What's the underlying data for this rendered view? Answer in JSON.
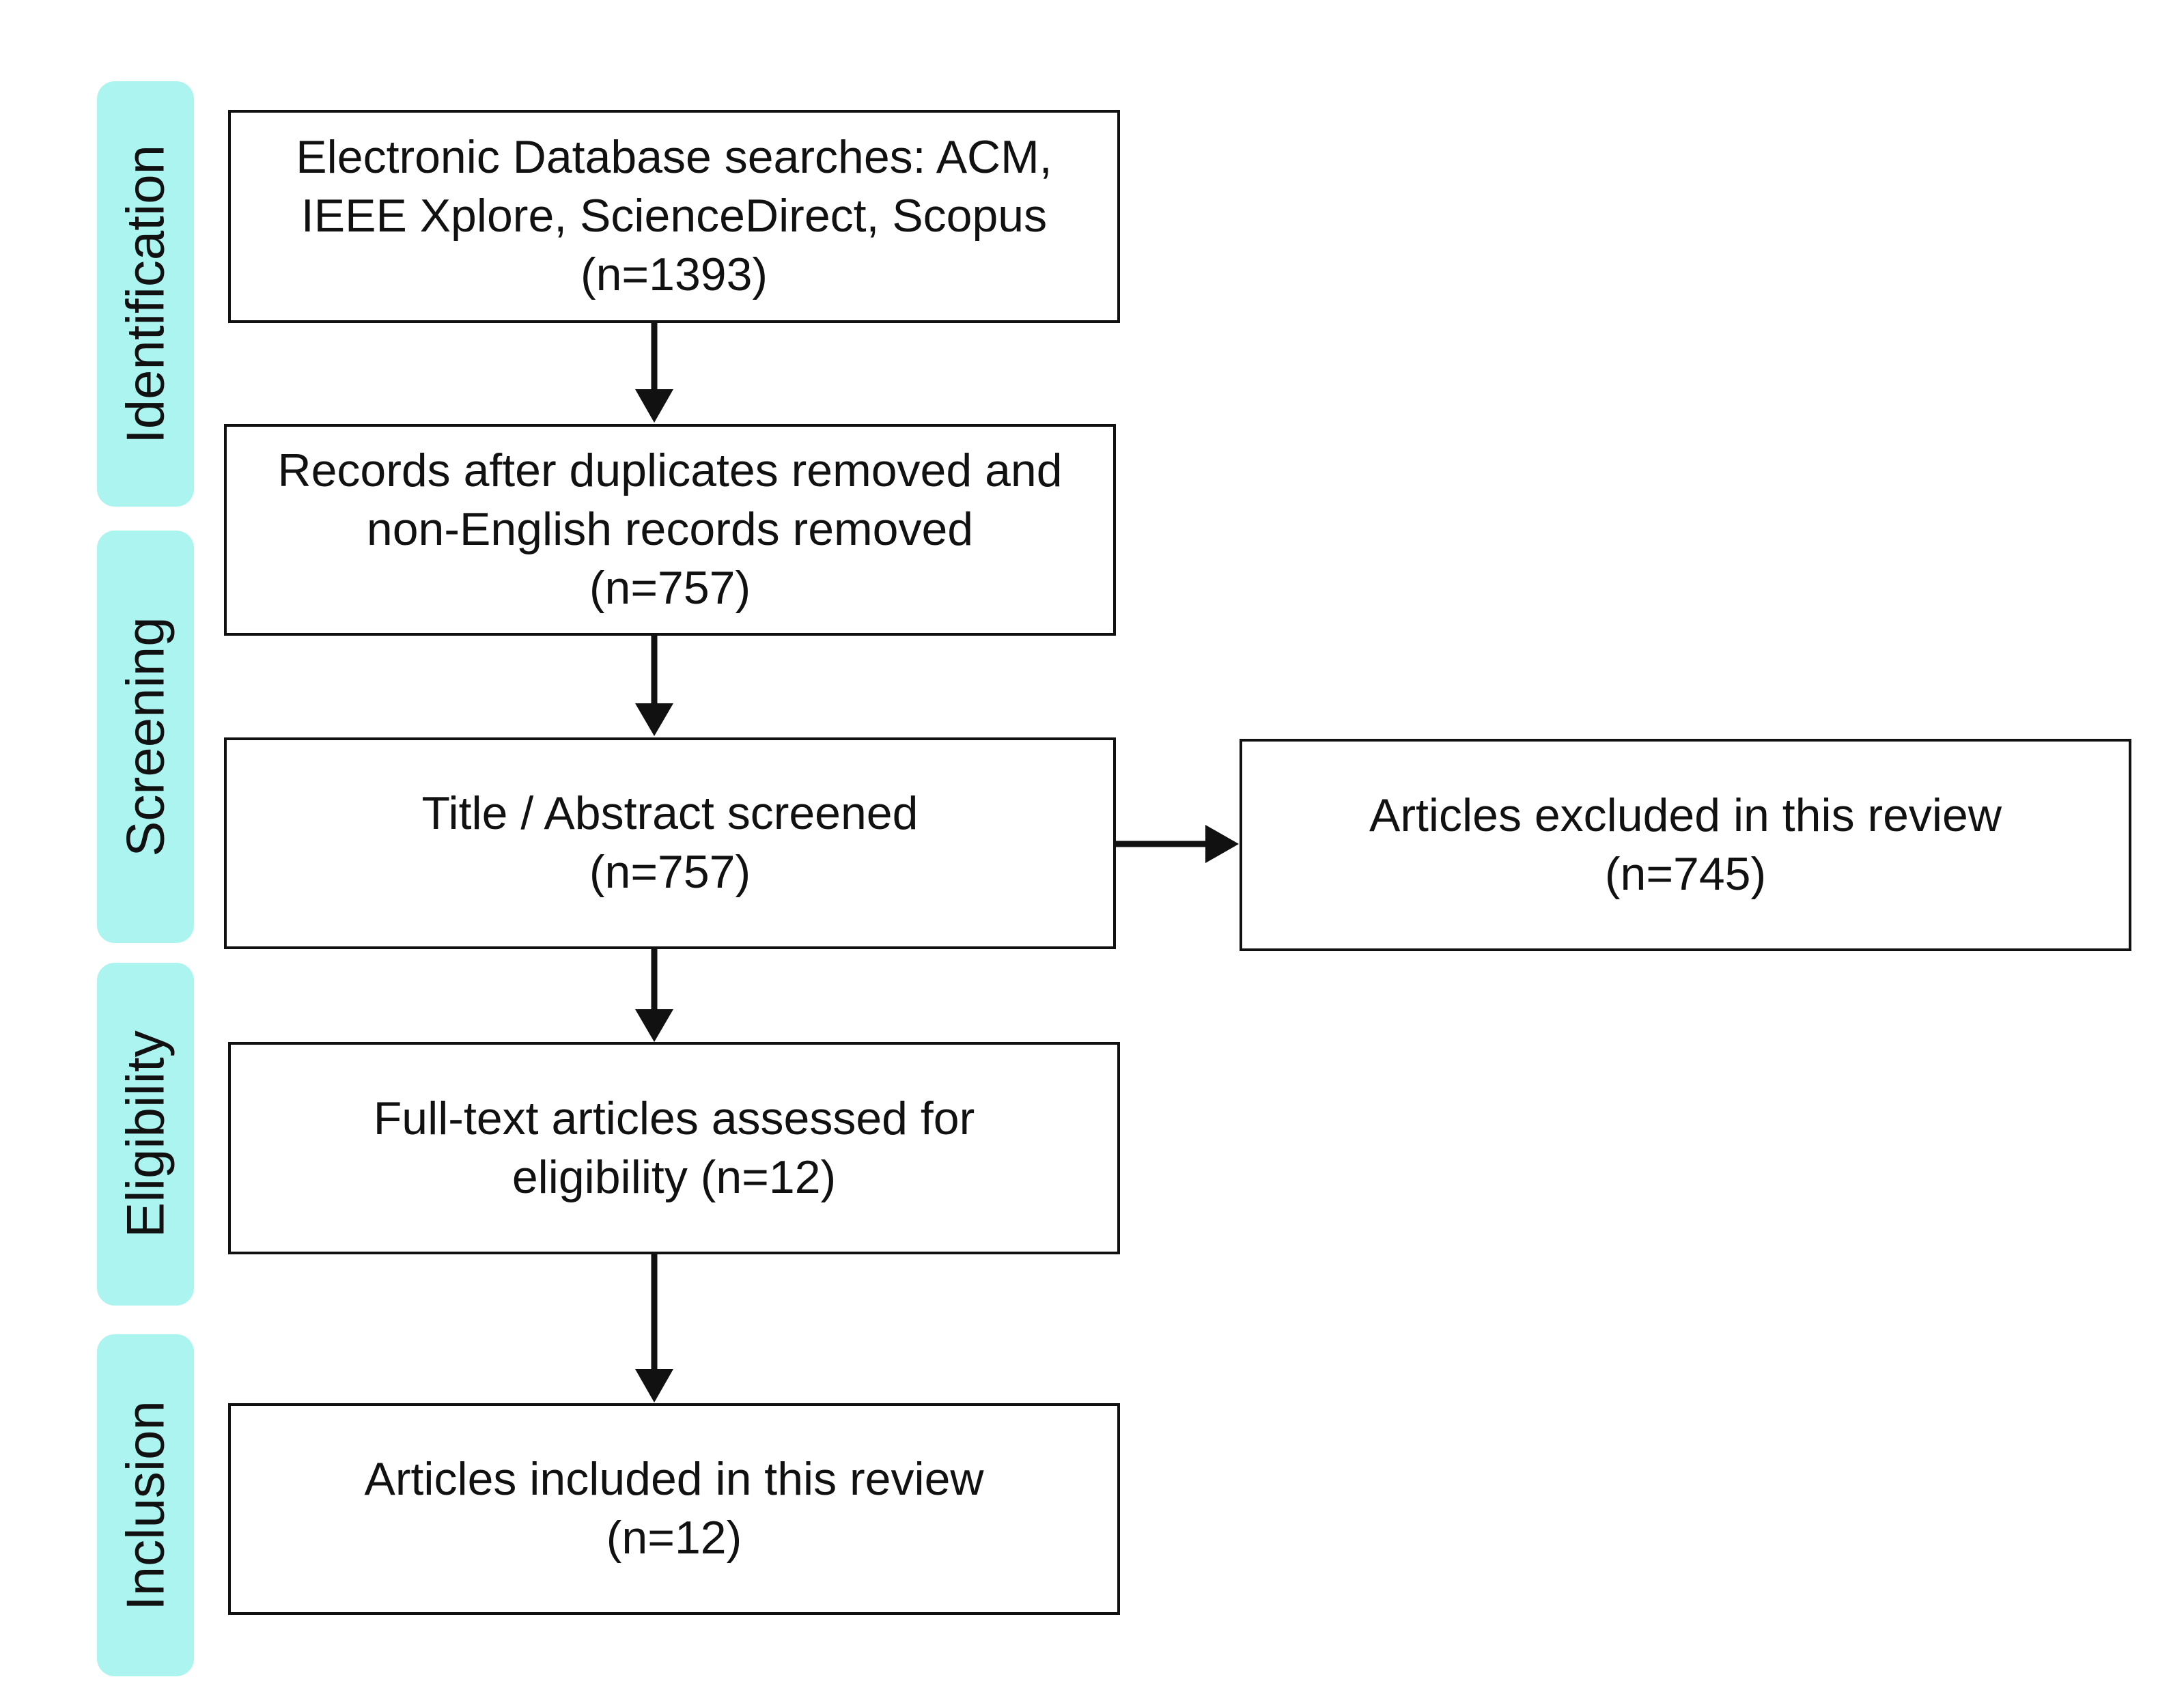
{
  "phases": {
    "identification": "Identification",
    "screening": "Screening",
    "eligibility": "Eligibility",
    "inclusion": "Inclusion"
  },
  "boxes": {
    "database_search": {
      "lines": [
        "Electronic Database searches: ACM,",
        "IEEE Xplore, ScienceDirect, Scopus",
        "(n=1393)"
      ]
    },
    "duplicates_removed": {
      "lines": [
        "Records after duplicates removed and",
        "non-English records removed",
        "(n=757)"
      ]
    },
    "title_abstract_screened": {
      "lines": [
        "Title / Abstract screened",
        "(n=757)"
      ]
    },
    "articles_excluded": {
      "lines": [
        "Articles excluded in this review",
        "(n=745)"
      ]
    },
    "full_text_assessed": {
      "lines": [
        "Full-text articles assessed for",
        "eligibility (n=12)"
      ]
    },
    "articles_included": {
      "lines": [
        "Articles included in this review",
        "(n=12)"
      ]
    }
  },
  "colors": {
    "phase_fill": "#abf4f0",
    "stroke": "#111111"
  }
}
